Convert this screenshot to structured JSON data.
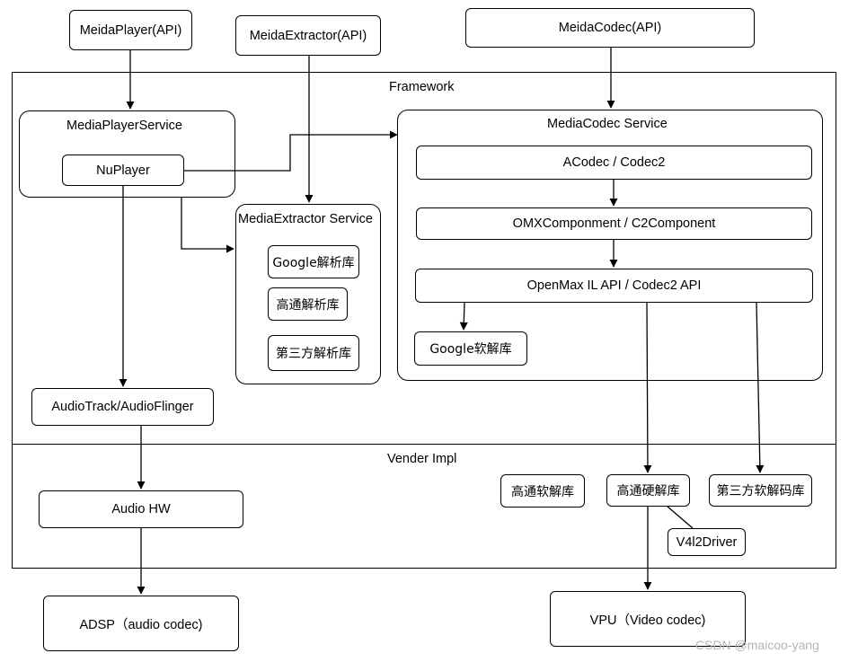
{
  "nodes": {
    "mediaplayer_api": "MeidaPlayer(API)",
    "mediaextractor_api": "MeidaExtractor(API)",
    "mediacodec_api": "MeidaCodec(API)",
    "mediaplayer_service": "MediaPlayerService",
    "nuplayer": "NuPlayer",
    "mediaextractor_service": "MediaExtractor Service",
    "google_parser": "Google解析库",
    "qualcomm_parser": "高通解析库",
    "thirdparty_parser": "第三方解析库",
    "mediacodec_service": "MediaCodec Service",
    "acodec": "ACodec / Codec2",
    "omx_component": "OMXComponment / C2Component",
    "openmax_api": "OpenMax IL API / Codec2 API",
    "google_soft_decoder": "Google软解库",
    "audiotrack": "AudioTrack/AudioFlinger",
    "audio_hw": "Audio HW",
    "qualcomm_soft_decoder": "高通软解库",
    "qualcomm_hw_decoder": "高通硬解库",
    "thirdparty_soft_decoder": "第三方软解码库",
    "v4l2driver": "V4l2Driver",
    "adsp": "ADSP（audio codec)",
    "vpu": "VPU（Video codec)"
  },
  "regions": {
    "framework": "Framework",
    "vender_impl": "Vender Impl"
  },
  "watermark": "CSDN @maicoo-yang"
}
